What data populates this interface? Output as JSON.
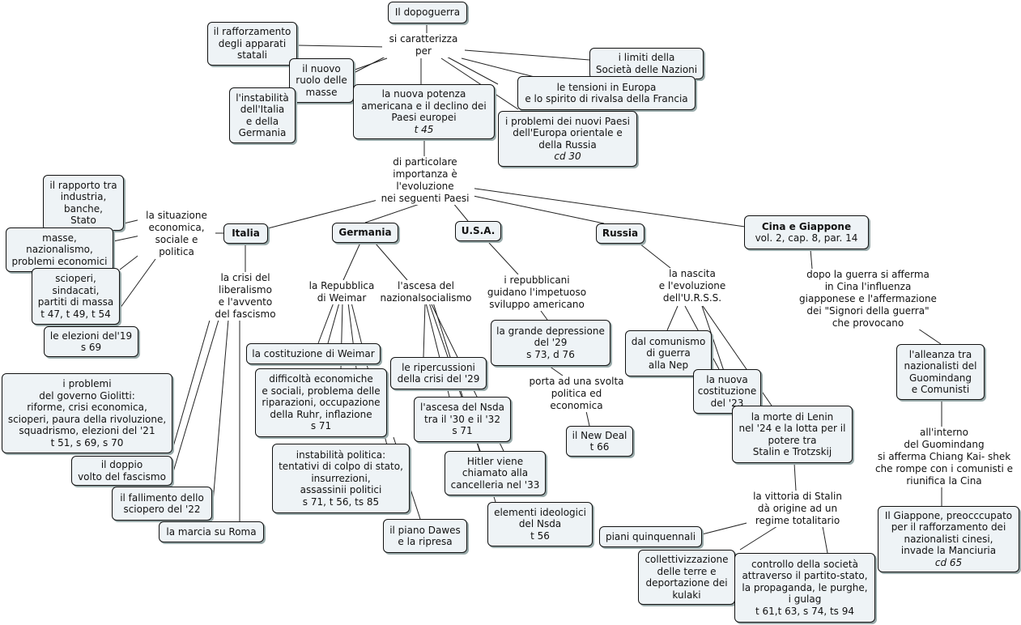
{
  "nodes": {
    "dopoguerra": {
      "label": "Il dopoguerra"
    },
    "rafforzamento": {
      "label": "il rafforzamento\ndegli apparati\nstatali"
    },
    "nuovo_ruolo": {
      "label": "il nuovo\nruolo delle\nmasse"
    },
    "instabilita_it_de": {
      "label": "l'instabilità\ndell'Italia\ne della\nGermania"
    },
    "potenza_americana": {
      "label": "la nuova potenza\namericana e il declino dei\nPaesi europei",
      "ref": "t 45"
    },
    "limiti_sdn": {
      "label": "i limiti della\nSocietà delle Nazioni"
    },
    "tensioni_europa": {
      "label": "le tensioni in Europa\ne lo spirito di rivalsa della Francia"
    },
    "problemi_paesi": {
      "label": "i problemi dei nuovi Paesi\ndell'Europa orientale e\ndella Russia",
      "ref": "cd  30"
    },
    "italia": {
      "label": "Italia"
    },
    "germania": {
      "label": "Germania"
    },
    "usa": {
      "label": "U.S.A."
    },
    "russia": {
      "label": "Russia"
    },
    "cina_giappone": {
      "label": "Cina e Giappone",
      "sub": "vol. 2, cap. 8, par. 14"
    },
    "rapporto_industria": {
      "label": "il rapporto tra\nindustria,\nbanche,\nStato"
    },
    "masse_nazionalismo": {
      "label": "masse,\nnazionalismo,\nproblemi economici"
    },
    "scioperi": {
      "label": "scioperi,\nsindacati,\npartiti di massa\nt 47, t 49, t 54"
    },
    "elezioni_19": {
      "label": "le elezioni del'19\ns 69"
    },
    "problemi_giolitti": {
      "label": "i problemi\ndel governo Giolitti:\nriforme, crisi economica,\nscioperi, paura della rivoluzione,\nsquadrismo, elezioni del '21\nt 51, s 69, s 70"
    },
    "doppio_volto": {
      "label": "il doppio\nvolto del fascismo"
    },
    "fallimento_sciopero": {
      "label": "il fallimento dello\nsciopero del '22"
    },
    "marcia_roma": {
      "label": "la marcia su Roma"
    },
    "costituzione_weimar": {
      "label": "la costituzione di Weimar"
    },
    "difficolta_economiche": {
      "label": "difficoltà economiche\ne sociali, problema delle\nriparazioni, occupazione\ndella Ruhr, inflazione\ns 71"
    },
    "instabilita_politica": {
      "label": "instabilità politica:\ntentativi di colpo di stato,\ninsurrezioni,\nassassinii politici\ns 71, t 56, ts 85"
    },
    "piano_dawes": {
      "label": "il piano Dawes\ne la ripresa"
    },
    "ripercussioni": {
      "label": "le ripercussioni\ndella crisi del '29"
    },
    "ascesa_nsda": {
      "label": "l'ascesa del Nsda\ntra il '30 e il '32\ns 71"
    },
    "hitler": {
      "label": "Hitler viene\nchiamato alla\ncancelleria nel '33"
    },
    "elementi_ideologici": {
      "label": "elementi ideologici\ndel Nsda\nt 56"
    },
    "grande_depressione": {
      "label": "la grande depressione\ndel '29\ns 73, d 76"
    },
    "new_deal": {
      "label": "il New Deal\nt 66"
    },
    "comunismo_guerra": {
      "label": "dal comunismo\ndi guerra\nalla Nep"
    },
    "costituzione_23": {
      "label": "la nuova\ncostituzione\ndel '23"
    },
    "morte_lenin": {
      "label": "la morte di Lenin\nnel '24 e la lotta per il\npotere tra\nStalin e Trotzskij"
    },
    "piani_quinquennali": {
      "label": "piani quinquennali"
    },
    "collettivizzazione": {
      "label": "collettivizzazione\ndelle terre e\ndeportazione dei\nkulaki"
    },
    "controllo_societa": {
      "label": "controllo della società\nattraverso il partito-stato,\nla propaganda, le purghe,\ni gulag\nt 61,t 63, s 74, ts 94"
    },
    "alleanza": {
      "label": "l'alleanza tra\nnazionalisti del\nGuomindang\ne Comunisti"
    },
    "giappone": {
      "label": "Il Giappone, preocccupato\nper il rafforzamento dei\nnazionalisti cinesi,\ninvade la Manciuria",
      "ref": "cd 65"
    }
  },
  "links": {
    "si_caratterizza": "si caratterizza\nper",
    "particolare_importanza": "di particolare\nimportanza è\nl'evoluzione\nnei seguenti Paesi",
    "situazione_economica": "la situazione\neconomica,\nsociale e\npolitica",
    "crisi_liberalismo": "la crisi del\nliberalismo\ne l'avvento\ndel fascismo",
    "repubblica_weimar": "la Repubblica\ndi Weimar",
    "ascesa_nazionalsocialismo": "l'ascesa del\nnazionalsocialismo",
    "repubblicani": "i repubblicani\nguidano l'impetuoso\nsviluppo americano",
    "porta_svolta": "porta ad una svolta\npolitica ed\neconomica",
    "nascita_urss": "la nascita\ne l'evoluzione\ndell'U.R.S.S.",
    "vittoria_stalin": "la vittoria di Stalin\ndà origine ad un\nregime totalitario",
    "dopo_guerra_cina": "dopo la guerra si afferma\nin Cina l'influenza\ngiapponese e l'affermazione\ndei \"Signori della guerra\"\nche provocano",
    "guomindang": "all'interno\ndel Guomindang\nsi afferma Chiang Kai- shek\nche rompe con i comunisti e\nriunifica la Cina"
  },
  "colors": {
    "node_fill": "#eef3f6",
    "border": "#111111",
    "shadow": "#99aaaa"
  }
}
